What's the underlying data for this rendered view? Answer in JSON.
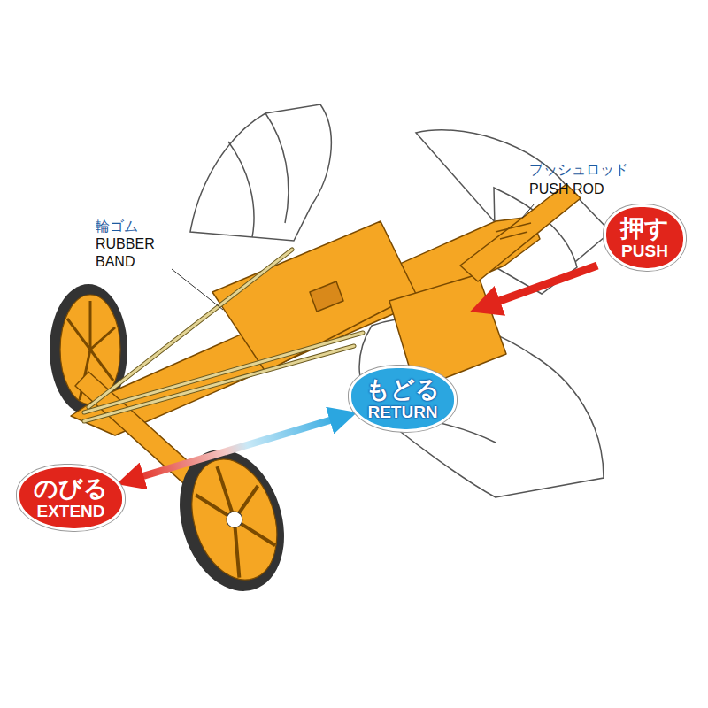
{
  "diagram": {
    "nodes": [
      {
        "text": [
          "押す",
          "PUSH"
        ]
      },
      {
        "text": [
          "もどる",
          "RETURN"
        ]
      },
      {
        "text": [
          "のびる",
          "EXTEND"
        ]
      }
    ],
    "edges": [
      {
        "from": 2,
        "to": 1,
        "arrow": "both"
      }
    ],
    "labels": [
      "輪ゴム",
      "RUBBER BAND",
      "プッシュロッド",
      "PUSH ROD"
    ]
  }
}
